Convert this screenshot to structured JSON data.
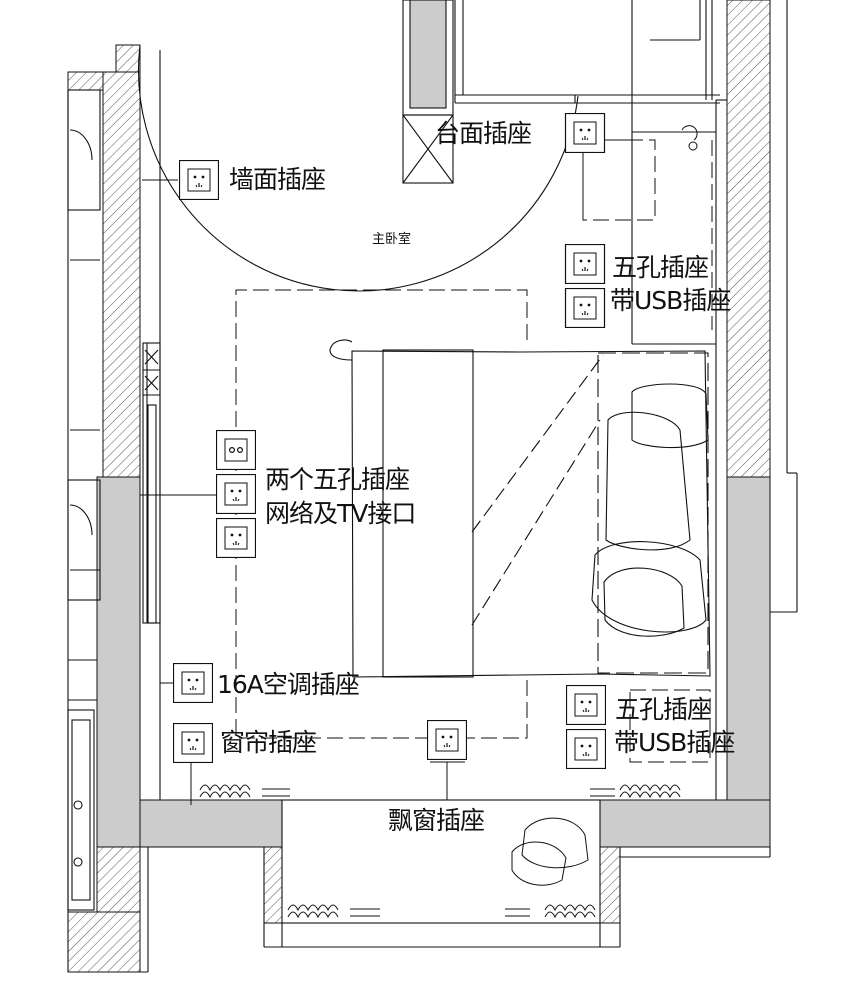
{
  "room_label": "主卧室",
  "labels": {
    "counter_socket": "台面插座",
    "wall_socket": "墙面插座",
    "five_hole_top_1": "五孔插座",
    "usb_socket_top": "带USB插座",
    "two_five_hole": "两个五孔插座",
    "network_tv": "网络及TV接口",
    "ac_socket": "16A空调插座",
    "curtain_socket": "窗帘插座",
    "five_hole_bottom": "五孔插座",
    "usb_socket_bottom": "带USB插座",
    "bay_window_socket": "飘窗插座"
  },
  "colors": {
    "line": "#111111",
    "wall_gray": "#cccccc",
    "hatch": "#555555"
  },
  "icons": [
    "five-hole-socket-icon",
    "network-tv-outlet-icon",
    "usb-socket-icon"
  ]
}
